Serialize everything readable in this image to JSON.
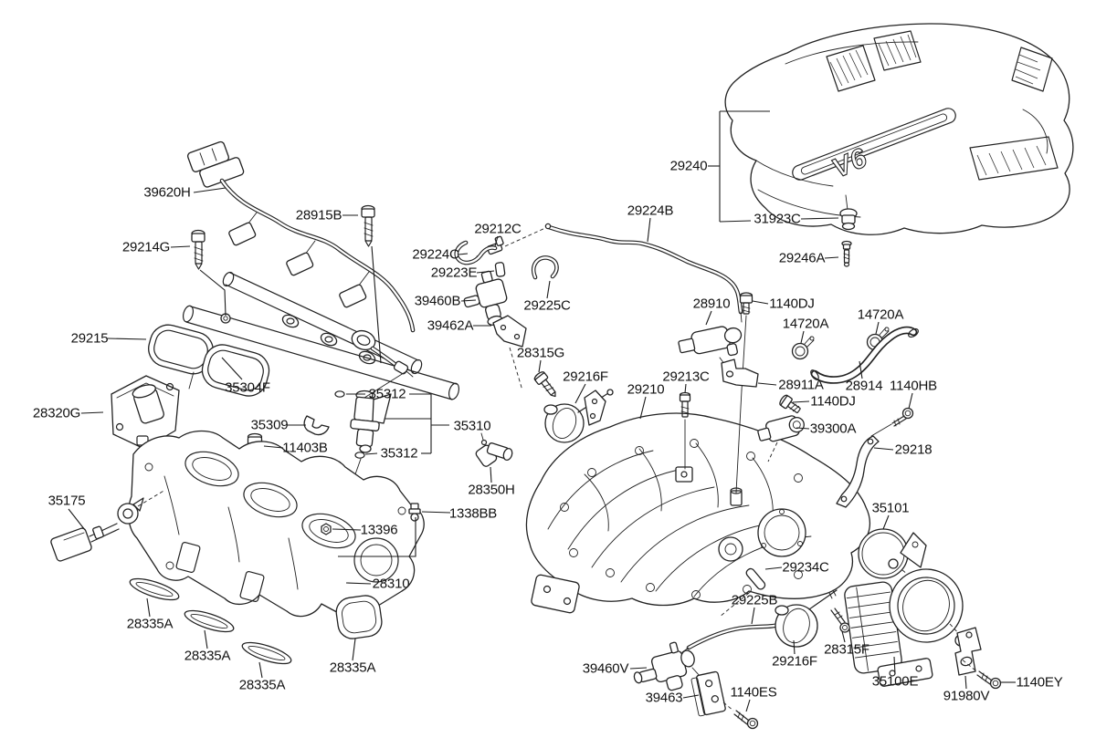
{
  "diagram": {
    "cover_badge": "V6",
    "colors": {
      "line": "#222222",
      "background": "#ffffff",
      "text": "#111111"
    },
    "labels": [
      "39620H",
      "28915B",
      "29214G",
      "29215",
      "35304F",
      "28320G",
      "35309",
      "35312",
      "35310",
      "35312",
      "11403B",
      "35175",
      "13396",
      "1338BB",
      "28350H",
      "28310",
      "28335A",
      "28335A",
      "28335A",
      "28335A",
      "29212C",
      "29224C",
      "29223E",
      "39460B",
      "29225C",
      "39462A",
      "29224B",
      "28315G",
      "29216F",
      "29210",
      "29213C",
      "28910",
      "1140DJ",
      "14720A",
      "14720A",
      "28911A",
      "28914",
      "1140HB",
      "1140DJ",
      "39300A",
      "29218",
      "35101",
      "29234C",
      "29225B",
      "29216F",
      "28315F",
      "35100E",
      "91980V",
      "1140EY",
      "1140ES",
      "39460V",
      "39463",
      "29240",
      "31923C",
      "29246A"
    ]
  }
}
